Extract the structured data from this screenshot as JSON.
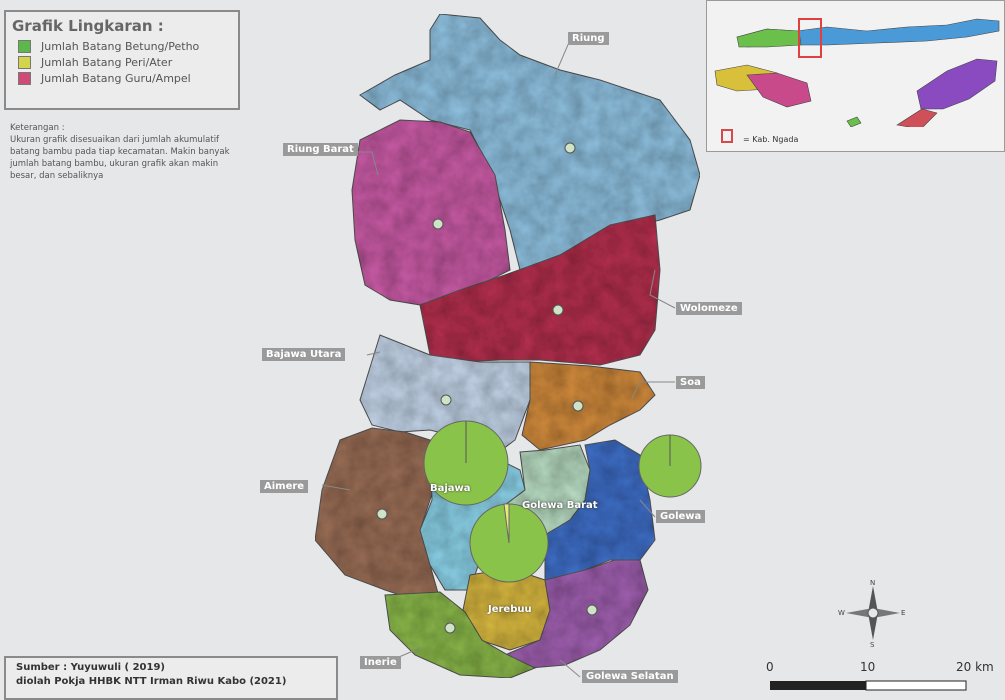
{
  "legend": {
    "title": "Grafik Lingkaran :",
    "items": [
      {
        "label": "Jumlah Batang Betung/Petho",
        "color": "#5cb84a"
      },
      {
        "label": "Jumlah Batang Peri/Ater",
        "color": "#d4d44a"
      },
      {
        "label": "Jumlah Batang Guru/Ampel",
        "color": "#d04a78"
      }
    ]
  },
  "note": {
    "title": "Keterangan :",
    "text": "Ukuran grafik disesuaikan dari jumlah akumulatif batang bambu pada tiap kecamatan. Makin banyak jumlah batang bambu, ukuran grafik akan makin besar, dan sebaliknya"
  },
  "regions": [
    {
      "name": "Riung",
      "color": "#8fc1e0"
    },
    {
      "name": "Riung Barat",
      "color": "#c95ba6"
    },
    {
      "name": "Wolomeze",
      "color": "#b4304e"
    },
    {
      "name": "Bajawa Utara",
      "color": "#c4d6ea"
    },
    {
      "name": "Soa",
      "color": "#d08a3c"
    },
    {
      "name": "Aimere",
      "color": "#9a6e56"
    },
    {
      "name": "Bajawa",
      "color": "#8ad0e6"
    },
    {
      "name": "Golewa Barat",
      "color": "#b8dcc2"
    },
    {
      "name": "Golewa",
      "color": "#3f6fc8"
    },
    {
      "name": "Jerebuu",
      "color": "#d8b840"
    },
    {
      "name": "Inerie",
      "color": "#8ab84a"
    },
    {
      "name": "Golewa Selatan",
      "color": "#a060b0"
    }
  ],
  "inset": {
    "legend_label": "= Kab. Ngada"
  },
  "source": {
    "line1": "Sumber : Yuyuwuli ( 2019)",
    "line2": "diolah Pokja HHBK     NTT Irman Riwu Kabo  (2021)"
  },
  "compass": {
    "n": "N",
    "s": "S",
    "e": "E",
    "w": "W"
  },
  "scale": {
    "ticks": [
      "0",
      "10",
      "20 km"
    ]
  },
  "pies": [
    {
      "region": "Bajawa",
      "shares": [
        0.98,
        0.01,
        0.01
      ]
    },
    {
      "region": "Jerebuu",
      "shares": [
        0.97,
        0.02,
        0.01
      ]
    },
    {
      "region": "Golewa",
      "shares": [
        0.99,
        0.005,
        0.005
      ]
    }
  ]
}
